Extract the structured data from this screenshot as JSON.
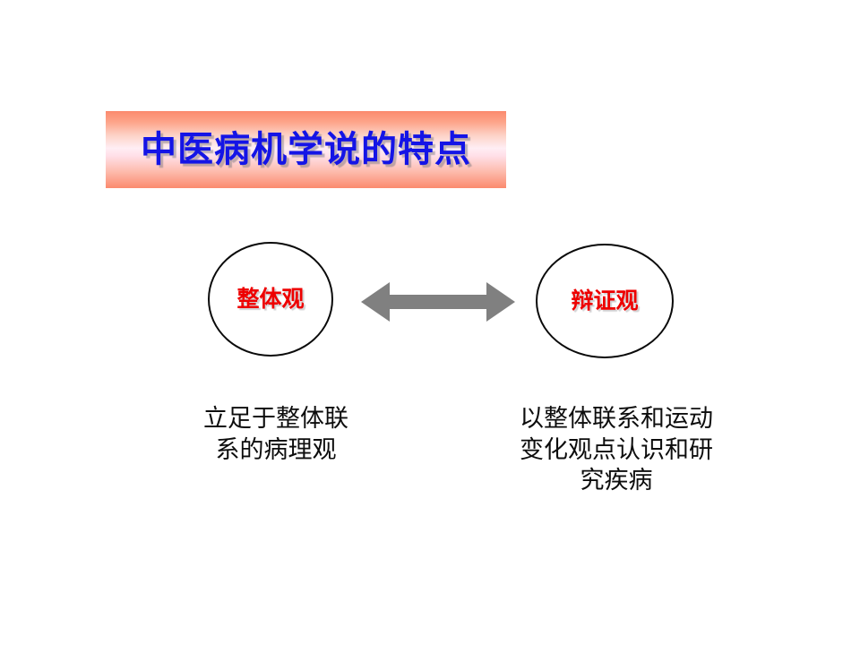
{
  "slide": {
    "background_color": "#ffffff",
    "title": {
      "text": "中医病机学说的特点",
      "text_color": "#1414e6",
      "banner_gradient_edge_color": "#fb8a6e",
      "banner_gradient_center_color": "#ffeef4"
    },
    "diagram": {
      "arrow": {
        "name": "double-headed-arrow",
        "color": "#808080",
        "direction": "bidirectional"
      },
      "nodes": [
        {
          "id": "holistic",
          "label": "整体观",
          "label_color": "#ee0000",
          "shape": "ellipse",
          "outline_color": "#0a0a0a",
          "fill_color": "#ffffff",
          "caption": "立足于整体联\n系的病理观"
        },
        {
          "id": "dialectic",
          "label": "辩证观",
          "label_color": "#ee0000",
          "shape": "ellipse",
          "outline_color": "#0a0a0a",
          "fill_color": "#ffffff",
          "caption": "以整体联系和运动\n变化观点认识和研\n究疾病"
        }
      ]
    }
  }
}
